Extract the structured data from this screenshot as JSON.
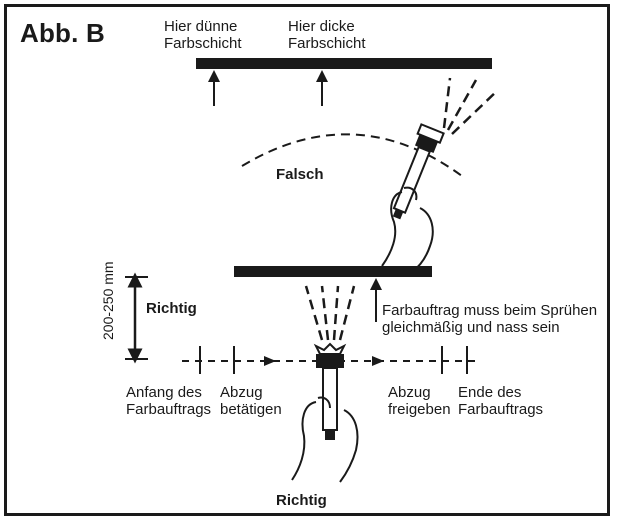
{
  "figure_label": "Abb. B",
  "top": {
    "thin_label": [
      "Hier dünne",
      "Farbschicht"
    ],
    "thick_label": [
      "Hier dicke",
      "Farbschicht"
    ],
    "falsch": "Falsch"
  },
  "bottom": {
    "distance": "200-250 mm",
    "richtig_side": "Richtig",
    "instruction": [
      "Farbauftrag muss beim Sprühen",
      "gleichmäßig und nass sein"
    ],
    "start": [
      "Anfang des",
      "Farbauftrags"
    ],
    "trigger_press": [
      "Abzug",
      "betätigen"
    ],
    "trigger_release": [
      "Abzug",
      "freigeben"
    ],
    "end": [
      "Ende des",
      "Farbauftrags"
    ],
    "richtig_bottom": "Richtig"
  }
}
